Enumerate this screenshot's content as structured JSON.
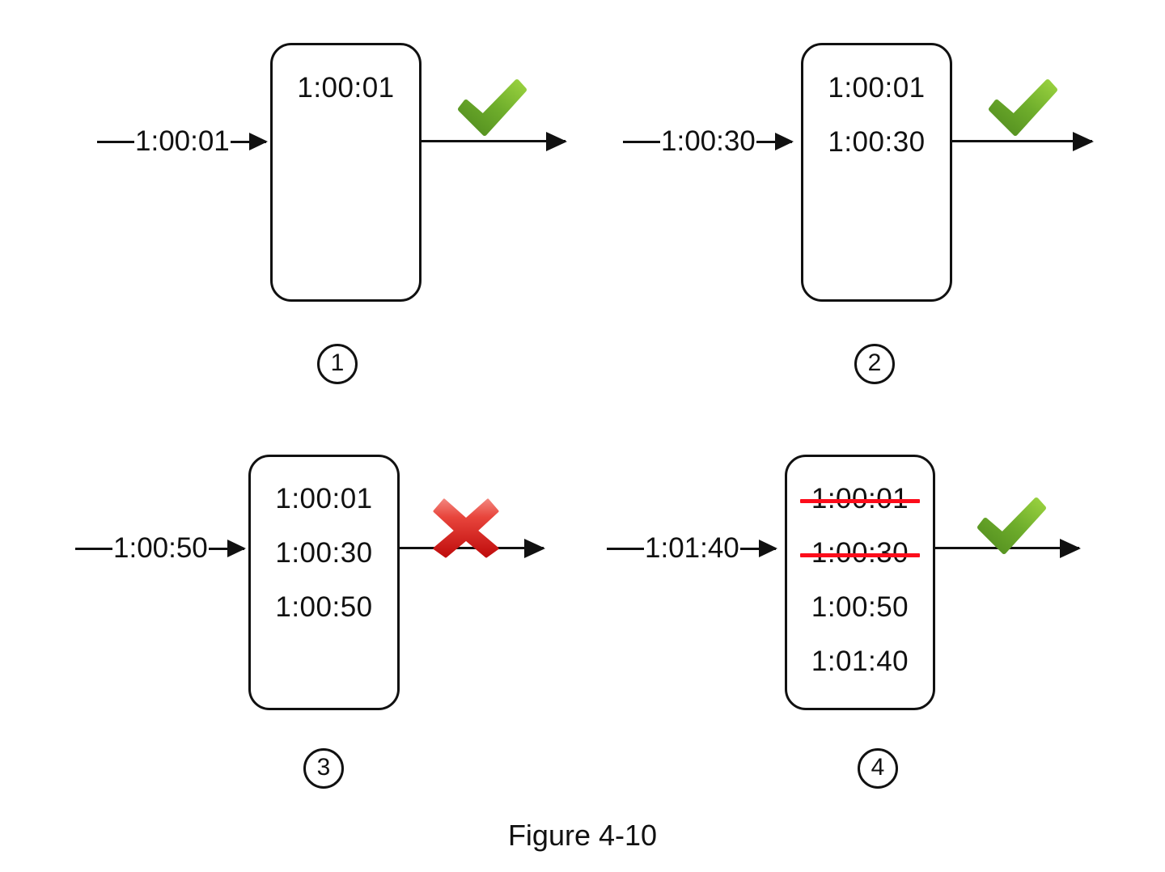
{
  "figure": {
    "caption": "Figure 4-10"
  },
  "panels": [
    {
      "badge": "1",
      "input_label": "1:00:01",
      "status": "check",
      "status_icon": "green-check-icon",
      "entries": [
        {
          "text": "1:00:01",
          "struck": false
        }
      ]
    },
    {
      "badge": "2",
      "input_label": "1:00:30",
      "status": "check",
      "status_icon": "green-check-icon",
      "entries": [
        {
          "text": "1:00:01",
          "struck": false
        },
        {
          "text": "1:00:30",
          "struck": false
        }
      ]
    },
    {
      "badge": "3",
      "input_label": "1:00:50",
      "status": "cross",
      "status_icon": "red-cross-icon",
      "entries": [
        {
          "text": "1:00:01",
          "struck": false
        },
        {
          "text": "1:00:30",
          "struck": false
        },
        {
          "text": "1:00:50",
          "struck": false
        }
      ]
    },
    {
      "badge": "4",
      "input_label": "1:01:40",
      "status": "check",
      "status_icon": "green-check-icon",
      "entries": [
        {
          "text": "1:00:01",
          "struck": true
        },
        {
          "text": "1:00:30",
          "struck": true
        },
        {
          "text": "1:00:50",
          "struck": false
        },
        {
          "text": "1:01:40",
          "struck": false
        }
      ]
    }
  ],
  "colors": {
    "stroke": "#111111",
    "check_light": "#8ec63f",
    "check_dark": "#4f8a1e",
    "cross_light": "#f4726a",
    "cross_dark": "#cc1111",
    "strikethrough": "#fc0d1b",
    "background": "#ffffff"
  }
}
